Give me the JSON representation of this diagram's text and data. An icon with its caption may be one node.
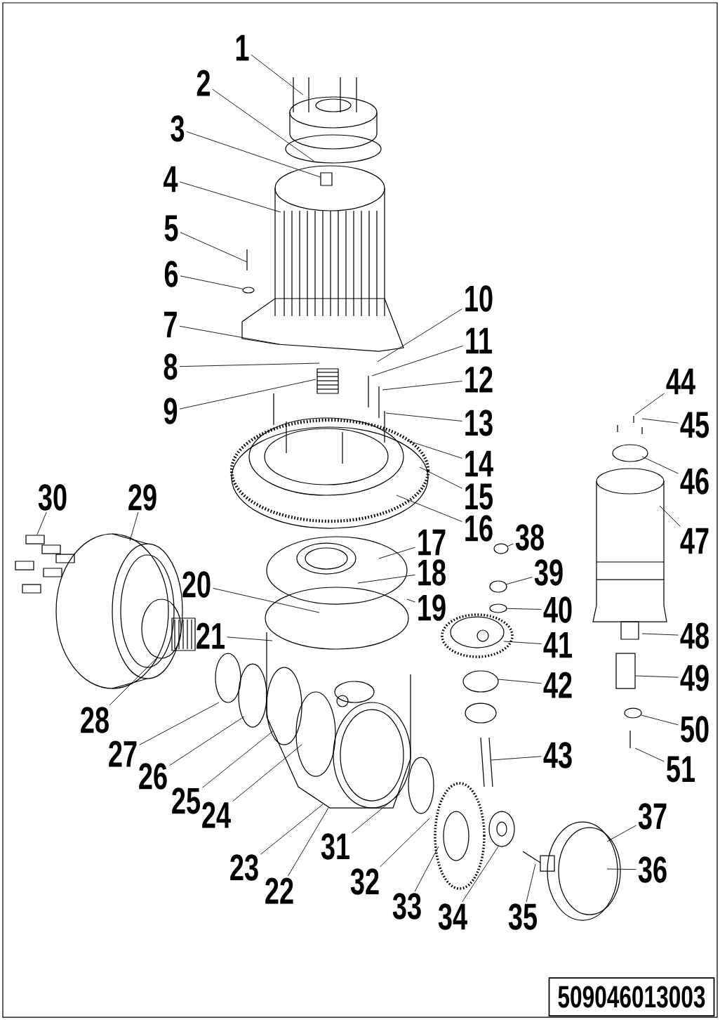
{
  "diagram": {
    "nodes": [
      {
        "text": [
          "1"
        ]
      },
      {
        "text": [
          "2"
        ]
      },
      {
        "text": [
          "3"
        ]
      },
      {
        "text": [
          "4"
        ]
      },
      {
        "text": [
          "5"
        ]
      },
      {
        "text": [
          "6"
        ]
      },
      {
        "text": [
          "7"
        ]
      },
      {
        "text": [
          "8"
        ]
      },
      {
        "text": [
          "9"
        ]
      },
      {
        "text": [
          "10"
        ]
      },
      {
        "text": [
          "11"
        ]
      },
      {
        "text": [
          "12"
        ]
      },
      {
        "text": [
          "13"
        ]
      },
      {
        "text": [
          "14"
        ]
      },
      {
        "text": [
          "15"
        ]
      },
      {
        "text": [
          "16"
        ]
      },
      {
        "text": [
          "17"
        ]
      },
      {
        "text": [
          "18"
        ]
      },
      {
        "text": [
          "19"
        ]
      },
      {
        "text": [
          "20"
        ]
      },
      {
        "text": [
          "21"
        ]
      },
      {
        "text": [
          "22"
        ]
      },
      {
        "text": [
          "23"
        ]
      },
      {
        "text": [
          "24"
        ]
      },
      {
        "text": [
          "25"
        ]
      },
      {
        "text": [
          "26"
        ]
      },
      {
        "text": [
          "27"
        ]
      },
      {
        "text": [
          "28"
        ]
      },
      {
        "text": [
          "29"
        ]
      },
      {
        "text": [
          "30"
        ]
      },
      {
        "text": [
          "31"
        ]
      },
      {
        "text": [
          "32"
        ]
      },
      {
        "text": [
          "33"
        ]
      },
      {
        "text": [
          "34"
        ]
      },
      {
        "text": [
          "35"
        ]
      },
      {
        "text": [
          "36"
        ]
      },
      {
        "text": [
          "37"
        ]
      },
      {
        "text": [
          "38"
        ]
      },
      {
        "text": [
          "39"
        ]
      },
      {
        "text": [
          "40"
        ]
      },
      {
        "text": [
          "41"
        ]
      },
      {
        "text": [
          "42"
        ]
      },
      {
        "text": [
          "43"
        ]
      },
      {
        "text": [
          "44"
        ]
      },
      {
        "text": [
          "45"
        ]
      },
      {
        "text": [
          "46"
        ]
      },
      {
        "text": [
          "47"
        ]
      },
      {
        "text": [
          "48"
        ]
      },
      {
        "text": [
          "49"
        ]
      },
      {
        "text": [
          "50"
        ]
      },
      {
        "text": [
          "51"
        ]
      },
      {
        "text": [
          "509046013003"
        ]
      },
      {
        "text": [],
        "shape": "box"
      },
      {
        "text": [],
        "shape": "circle"
      },
      {
        "text": [],
        "shape": "box"
      },
      {
        "text": [],
        "shape": "circle"
      },
      {
        "text": [],
        "shape": "circle"
      },
      {
        "text": [],
        "shape": "circle"
      },
      {
        "text": [],
        "shape": "circle"
      }
    ],
    "edges": [
      {
        "from": 0,
        "to": null,
        "arrow": "none"
      },
      {
        "from": 1,
        "to": null,
        "arrow": "none"
      },
      {
        "from": 2,
        "to": 52,
        "arrow": "none"
      },
      {
        "from": 3,
        "to": null,
        "arrow": "none"
      },
      {
        "from": 4,
        "to": null,
        "arrow": "none"
      },
      {
        "from": 5,
        "to": 53,
        "arrow": "none"
      },
      {
        "from": 6,
        "to": null,
        "arrow": "none"
      },
      {
        "from": 7,
        "to": null,
        "arrow": "none"
      },
      {
        "from": 8,
        "to": null,
        "arrow": "none"
      },
      {
        "from": 9,
        "to": null,
        "arrow": "none"
      },
      {
        "from": 10,
        "to": null,
        "arrow": "none"
      },
      {
        "from": 11,
        "to": null,
        "arrow": "none"
      },
      {
        "from": 12,
        "to": null,
        "arrow": "none"
      },
      {
        "from": 13,
        "to": null,
        "arrow": "none"
      },
      {
        "from": 14,
        "to": null,
        "arrow": "none"
      },
      {
        "from": 15,
        "to": null,
        "arrow": "none"
      },
      {
        "from": 16,
        "to": null,
        "arrow": "none"
      },
      {
        "from": 17,
        "to": null,
        "arrow": "none"
      },
      {
        "from": 18,
        "to": null,
        "arrow": "none"
      },
      {
        "from": 19,
        "to": null,
        "arrow": "none"
      },
      {
        "from": 20,
        "to": null,
        "arrow": "none"
      },
      {
        "from": 21,
        "to": null,
        "arrow": "none"
      },
      {
        "from": 22,
        "to": null,
        "arrow": "none"
      },
      {
        "from": 23,
        "to": null,
        "arrow": "none"
      },
      {
        "from": 24,
        "to": null,
        "arrow": "none"
      },
      {
        "from": 25,
        "to": null,
        "arrow": "none"
      },
      {
        "from": 26,
        "to": null,
        "arrow": "none"
      },
      {
        "from": 27,
        "to": null,
        "arrow": "none"
      },
      {
        "from": 28,
        "to": null,
        "arrow": "none"
      },
      {
        "from": 29,
        "to": 54,
        "arrow": "none"
      },
      {
        "from": 30,
        "to": null,
        "arrow": "none"
      },
      {
        "from": 31,
        "to": null,
        "arrow": "none"
      },
      {
        "from": 32,
        "to": null,
        "arrow": "none"
      },
      {
        "from": 33,
        "to": null,
        "arrow": "none"
      },
      {
        "from": 34,
        "to": null,
        "arrow": "none"
      },
      {
        "from": 35,
        "to": null,
        "arrow": "none"
      },
      {
        "from": 36,
        "to": null,
        "arrow": "none"
      },
      {
        "from": 37,
        "to": 55,
        "arrow": "none"
      },
      {
        "from": 38,
        "to": 56,
        "arrow": "none"
      },
      {
        "from": 39,
        "to": 57,
        "arrow": "none"
      },
      {
        "from": 40,
        "to": null,
        "arrow": "none"
      },
      {
        "from": 41,
        "to": null,
        "arrow": "none"
      },
      {
        "from": 42,
        "to": null,
        "arrow": "none"
      },
      {
        "from": 43,
        "to": null,
        "arrow": "none"
      },
      {
        "from": 44,
        "to": null,
        "arrow": "none"
      },
      {
        "from": 45,
        "to": null,
        "arrow": "none"
      },
      {
        "from": 46,
        "to": null,
        "arrow": "none"
      },
      {
        "from": 47,
        "to": null,
        "arrow": "none"
      },
      {
        "from": 48,
        "to": null,
        "arrow": "none"
      },
      {
        "from": 49,
        "to": 58,
        "arrow": "none"
      },
      {
        "from": 50,
        "to": null,
        "arrow": "none"
      }
    ]
  }
}
